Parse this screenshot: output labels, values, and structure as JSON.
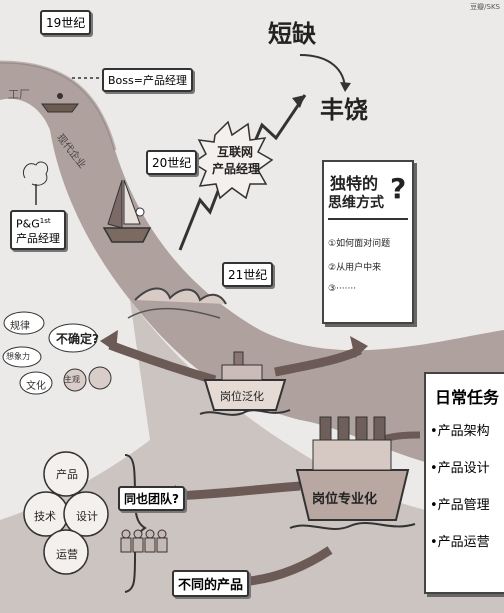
{
  "corner_text": "豆瓣/SKS",
  "timeline": {
    "c19": "19世纪",
    "c20": "20世纪",
    "c21": "21世纪"
  },
  "factory": "工厂",
  "modern_enterprise": "现代企业",
  "boss_pm": "Boss=产品经理",
  "pg_pm_line1": "P&G",
  "pg_pm_sup": "1st",
  "pg_pm_line2": "产品经理",
  "internet_pm_line1": "互联网",
  "internet_pm_line2": "产品经理",
  "scarcity": "短缺",
  "abundance": "丰饶",
  "unique_thinking": {
    "title_line1": "独特的",
    "title_line2": "思维方式",
    "qmark": "?",
    "items": [
      "①如何面对问题",
      "②从用户中来",
      "③·······"
    ]
  },
  "uncertain": {
    "label": "不确定?",
    "bubbles": [
      "规律",
      "想象力",
      "文化",
      "主观"
    ]
  },
  "role_generalization": "岗位泛化",
  "role_specialization": "岗位专业化",
  "daily_tasks": {
    "title": "日常任务",
    "items": [
      "•产品架构",
      "•产品设计",
      "•产品管理",
      "•产品运营"
    ]
  },
  "venn": [
    "产品",
    "技术",
    "设计",
    "运营"
  ],
  "team": "同也团队?",
  "different_products": "不同的产品",
  "colors": {
    "river": "#9f8e8a",
    "paper": "#ecebe9",
    "ink": "#222222"
  }
}
